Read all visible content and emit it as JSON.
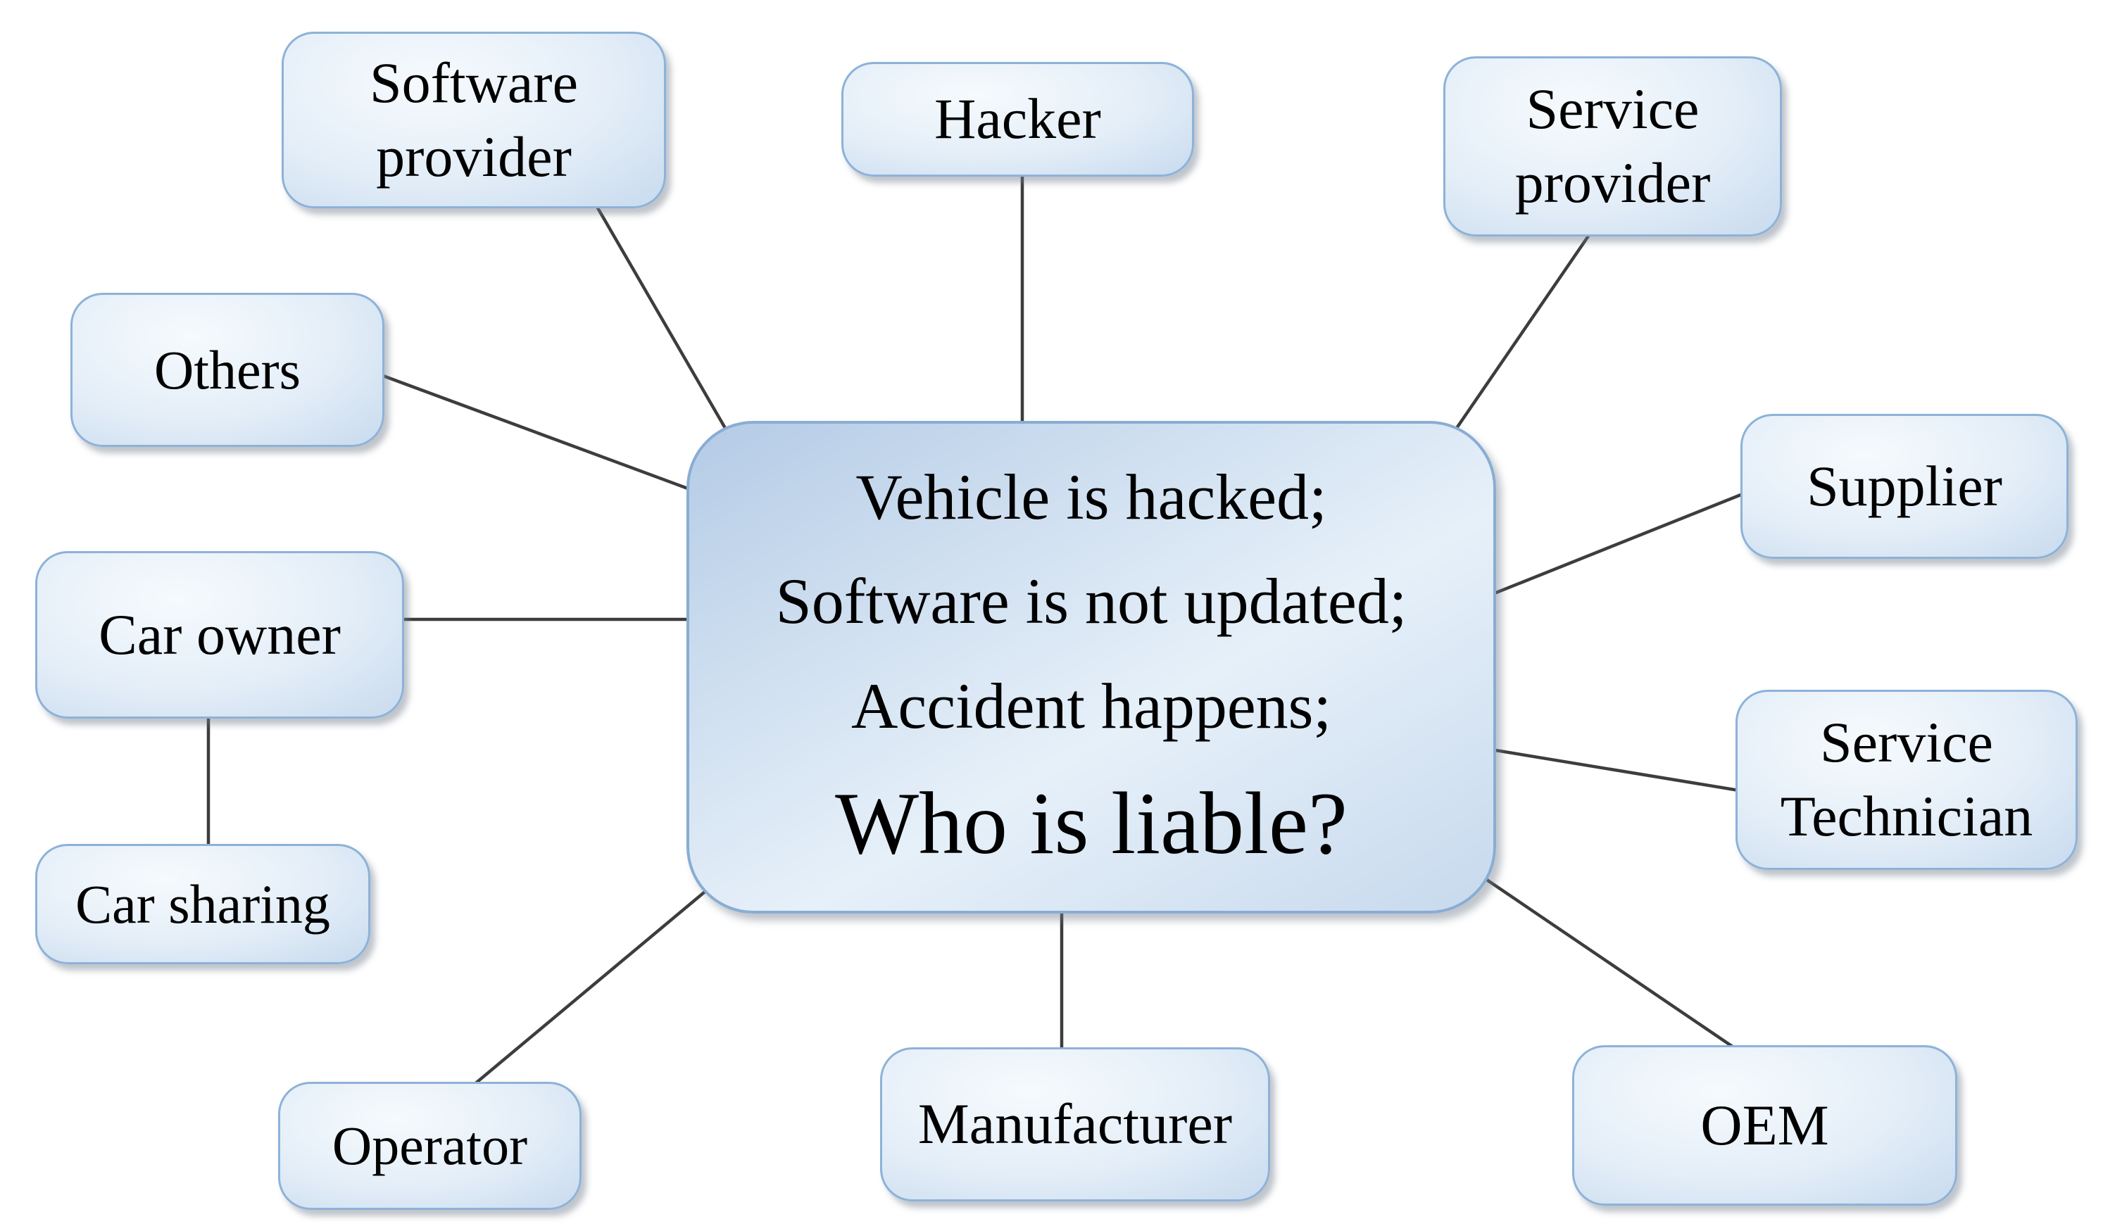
{
  "diagram": {
    "central_box": {
      "lines": [
        "Vehicle is hacked;",
        "Software is not updated;",
        "Accident happens;",
        "Who is liable?"
      ]
    },
    "nodes": [
      {
        "id": "software-provider",
        "label": "Software provider"
      },
      {
        "id": "hacker",
        "label": "Hacker"
      },
      {
        "id": "service-provider",
        "label": "Service provider"
      },
      {
        "id": "others",
        "label": "Others"
      },
      {
        "id": "supplier",
        "label": "Supplier"
      },
      {
        "id": "car-owner",
        "label": "Car owner"
      },
      {
        "id": "service-technician",
        "label": "Service Technician"
      },
      {
        "id": "car-sharing",
        "label": "Car sharing"
      },
      {
        "id": "operator",
        "label": "Operator"
      },
      {
        "id": "manufacturer",
        "label": "Manufacturer"
      },
      {
        "id": "oem",
        "label": "OEM"
      }
    ],
    "colors": {
      "node_fill_center": "#f6fafd",
      "node_fill_edge": "#9fbede",
      "node_border": "#8db2d8",
      "central_fill_light": "#e6f0f9",
      "central_fill_dark": "#b4cbe6",
      "central_border": "#89add3",
      "connector_line": "#3d3d3d",
      "text": "#000000",
      "background": "#ffffff"
    }
  }
}
